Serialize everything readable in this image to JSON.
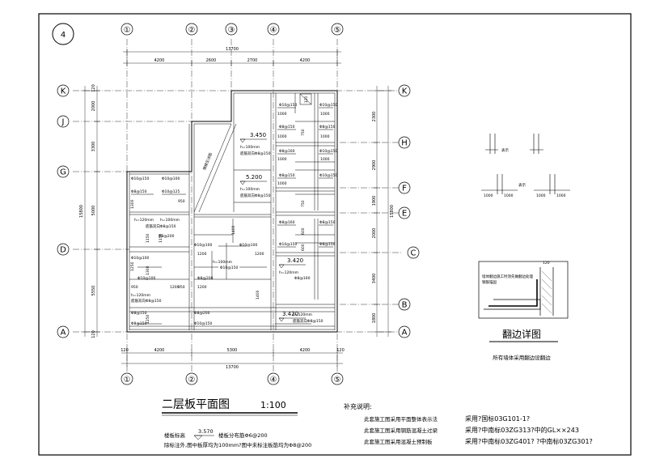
{
  "sheet_number": "4",
  "drawing_title": "二层板平面图",
  "drawing_scale": "1:100",
  "axes_top": [
    "①",
    "②",
    "③",
    "④",
    "⑤"
  ],
  "axes_bottom": [
    "①",
    "②",
    "④",
    "⑤"
  ],
  "axes_left": [
    "K",
    "J",
    "G",
    "D",
    "A"
  ],
  "axes_right": [
    "K",
    "H",
    "F",
    "E",
    "C",
    "B",
    "A"
  ],
  "dims_top": [
    "4200",
    "2600",
    "2700",
    "4200"
  ],
  "dims_top_total": "13700",
  "dims_bottom": [
    "4200",
    "5300",
    "4200"
  ],
  "dims_bottom_total": "13700",
  "dims_bottom_edges": [
    "120",
    "120"
  ],
  "dims_left": [
    "2000",
    "3300",
    "5000",
    "5550"
  ],
  "dims_left_total": "15800",
  "dims_left_edges": [
    "120",
    "120"
  ],
  "dims_right": [
    "2300",
    "2900",
    "1900",
    "2000",
    "3400",
    "1800"
  ],
  "dims_right_total": "15800",
  "elevations": [
    "3.450",
    "5.200",
    "3.420",
    "3.420"
  ],
  "thickness": [
    "h=100mm",
    "h=100mm",
    "h=120mm",
    "h=120mm",
    "h=100mm",
    "h=120mm",
    "h=120mm"
  ],
  "rebar": [
    "Φ10@150",
    "Φ10@150",
    "Φ8@150",
    "Φ8@150",
    "Φ8@160",
    "Φ10@150",
    "Φ8@150",
    "Φ10@125",
    "Φ8@150",
    "Φ10@150",
    "Φ10@100",
    "Φ10@150",
    "Φ8@200",
    "Φ10@100",
    "Φ10@100",
    "Φ10@150",
    "Φ10@100",
    "Φ10@100",
    "Φ8@160",
    "Φ8@150",
    "Φ10@150",
    "Φ8@150",
    "Φ8@200",
    "Φ8@200",
    "Φ10@150",
    "Φ8@160",
    "Φ8@150",
    "Φ8@150"
  ],
  "bar_lengths": [
    "1000",
    "1000",
    "1000",
    "1000",
    "1000",
    "1000",
    "1000",
    "750",
    "750",
    "950",
    "1300",
    "1150",
    "1200",
    "1200",
    "1200",
    "1200",
    "950",
    "950",
    "1300",
    "1400",
    "1400",
    "1250",
    "1250",
    "600",
    "600",
    "1150"
  ],
  "distribution_notes": [
    "底筋双向Φ8@150",
    "底筋双向Φ8@150",
    "底筋双向Φ8@150",
    "底筋双向Φ8@150",
    "底筋双向Φ8@150"
  ],
  "stair_label": "楼梯见详图",
  "pit_label": "120",
  "detail_title": "翻边详图",
  "detail_caption": "所有墙体采用翻边设翻边",
  "detail_dim": "120",
  "detail_notes": [
    "墙体翻边施工时须先做翻边处理",
    "钢筋锚固"
  ],
  "legend_marks": [
    "表示",
    "表示"
  ],
  "legend_dims": [
    "1000",
    "1000",
    "1000",
    "1000"
  ],
  "notes_title": "补充说明:",
  "notes": [
    {
      "text": "此套施工图采用平面整体表示法",
      "ref": "采用?国标03G101-1?"
    },
    {
      "text": "此套施工图采用钢筋混凝土过梁",
      "ref": "采用?中南标03ZG313?中的GL××243"
    },
    {
      "text": "此套施工图采用混凝土预制板",
      "ref": "采用?中南标03ZG401? ?中南标03ZG301?"
    }
  ],
  "legend_elev": "3.570",
  "legend_text_1": "楼板标高",
  "legend_text_2": "楼板分布筋Φ6@200",
  "legend_text_3": "除标注外,图中板厚均为100mm?图中未标注板筋均为Φ8@200"
}
